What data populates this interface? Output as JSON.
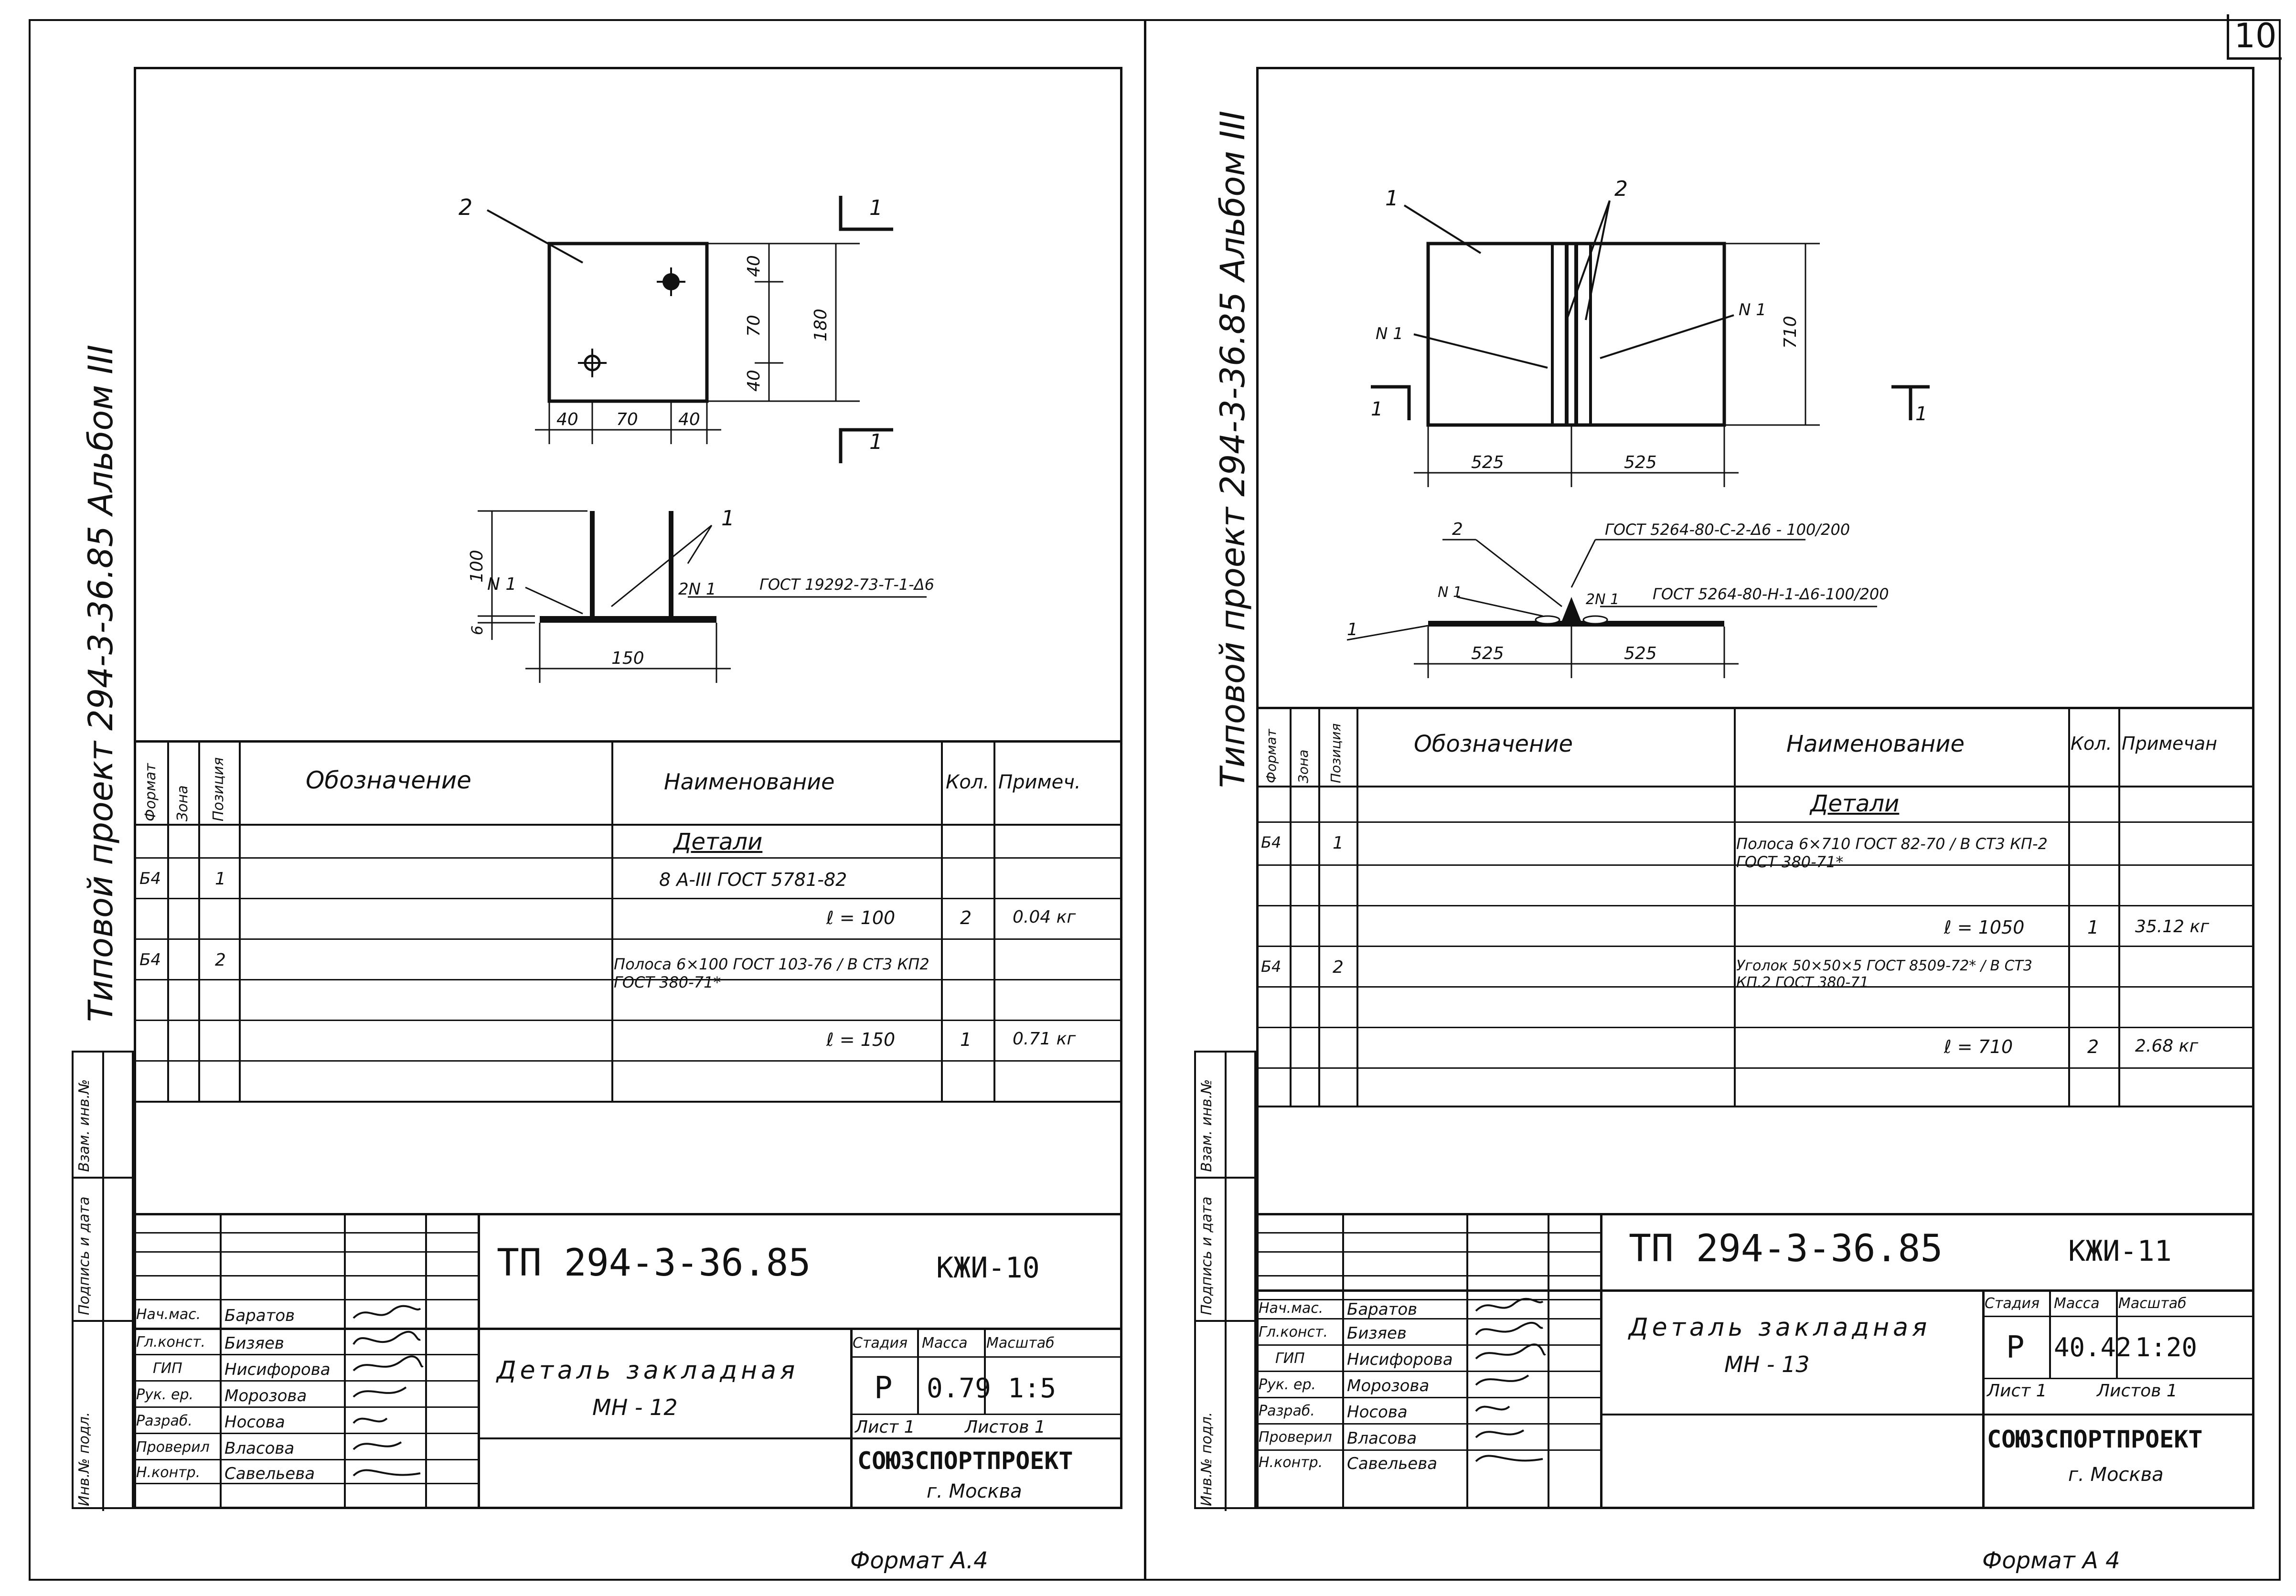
{
  "page_number": "10",
  "sheets": [
    {
      "album_label": "Типовой проект 294-3-36.85 Альбом III",
      "drawing": {
        "leader_2": "2",
        "section_mark_top": "1",
        "section_mark_bottom": "1",
        "dim_40a": "40",
        "dim_70a": "70",
        "dim_40b": "40",
        "dim_180": "180",
        "dim_h40": "40",
        "dim_h70": "70",
        "dim_h40b": "40",
        "leader_1": "1",
        "weld_n1": "N 1",
        "weld_2n1": "2N 1",
        "weld_gost": "ГОСТ 19292-73-Т-1-Δ6",
        "dim_100": "100",
        "dim_6": "6",
        "dim_150": "150"
      },
      "spec_headers": {
        "format": "Формат",
        "zone": "Зона",
        "pos": "Позиция",
        "designation": "Обозначение",
        "name": "Наименование",
        "qty": "Кол.",
        "note": "Примеч."
      },
      "spec_section": "Детали",
      "spec_rows": [
        {
          "format": "",
          "pos": "",
          "name": "Детали",
          "qty": "",
          "note": ""
        },
        {
          "format": "Б4",
          "pos": "1",
          "name": "8 А-III ГОСТ 5781-82",
          "qty": "",
          "note": ""
        },
        {
          "format": "",
          "pos": "",
          "name": "ℓ = 100",
          "qty": "2",
          "note": "0.04 кг"
        },
        {
          "format": "Б4",
          "pos": "2",
          "name": "Полоса 6×100 ГОСТ 103-76 / В СТ3 КП2 ГОСТ 380-71*",
          "qty": "",
          "note": ""
        },
        {
          "format": "",
          "pos": "",
          "name": "",
          "qty": "",
          "note": ""
        },
        {
          "format": "",
          "pos": "",
          "name": "ℓ = 150",
          "qty": "1",
          "note": "0.71 кг"
        },
        {
          "format": "",
          "pos": "",
          "name": "",
          "qty": "",
          "note": ""
        }
      ],
      "side_stamp": [
        "Инв.№ подл.",
        "Подпись и дата",
        "Взам. инв.№"
      ],
      "title_block": {
        "code": "ТП 294-3-36.85",
        "sheet_code": "КЖИ-10",
        "title": "Деталь закладная",
        "mark": "МН - 12",
        "stage_label": "Стадия",
        "mass_label": "Масса",
        "scale_label": "Масштаб",
        "stage": "Р",
        "mass": "0.79",
        "scale": "1:5",
        "sheet_label": "Лист 1",
        "sheets_label": "Листов 1",
        "org": "СОЮЗСПОРТПРОЕКТ",
        "city": "г. Москва",
        "people": [
          {
            "role": "Нач.мас.",
            "name": "Баратов"
          },
          {
            "role": "Гл.конст.",
            "name": "Бизяев"
          },
          {
            "role": "ГИП",
            "name": "Нисифорова"
          },
          {
            "role": "Рук. ер.",
            "name": "Морозова"
          },
          {
            "role": "Разраб.",
            "name": "Носова"
          },
          {
            "role": "Проверил",
            "name": "Власова"
          },
          {
            "role": "Н.контр.",
            "name": "Савельева"
          }
        ]
      },
      "format_label": "Формат А.4"
    },
    {
      "album_label": "Типовой проект 294-3-36.85 Альбом III",
      "drawing": {
        "leader_1": "1",
        "leader_2": "2",
        "weld_n1_left": "N 1",
        "weld_n1_right": "N 1",
        "dim_710": "710",
        "section_left": "1",
        "section_right": "1",
        "dim_525a": "525",
        "dim_525b": "525",
        "sec_leader_2": "2",
        "sec_gost_1": "ГОСТ 5264-80-С-2-Δ6 - 100/200",
        "sec_n1": "N 1",
        "sec_2n1": "2N 1",
        "sec_gost_2": "ГОСТ 5264-80-Н-1-Δ6-100/200",
        "sec_leader_1": "1",
        "dim_525c": "525",
        "dim_525d": "525"
      },
      "spec_headers": {
        "format": "Формат",
        "zone": "Зона",
        "pos": "Позиция",
        "designation": "Обозначение",
        "name": "Наименование",
        "qty": "Кол.",
        "note": "Примечан"
      },
      "spec_section": "Детали",
      "spec_rows": [
        {
          "format": "",
          "pos": "",
          "name": "Детали",
          "qty": "",
          "note": ""
        },
        {
          "format": "Б4",
          "pos": "1",
          "name": "Полоса 6×710 ГОСТ 82-70 / В СТ3 КП-2 ГОСТ 380-71*",
          "qty": "",
          "note": ""
        },
        {
          "format": "",
          "pos": "",
          "name": "",
          "qty": "",
          "note": ""
        },
        {
          "format": "",
          "pos": "",
          "name": "ℓ = 1050",
          "qty": "1",
          "note": "35.12 кг"
        },
        {
          "format": "Б4",
          "pos": "2",
          "name": "Уголок 50×50×5 ГОСТ 8509-72* / В СТ3 КП.2 ГОСТ 380-71",
          "qty": "",
          "note": ""
        },
        {
          "format": "",
          "pos": "",
          "name": "",
          "qty": "",
          "note": ""
        },
        {
          "format": "",
          "pos": "",
          "name": "ℓ = 710",
          "qty": "2",
          "note": "2.68 кг"
        }
      ],
      "side_stamp": [
        "Инв.№ подл.",
        "Подпись и дата",
        "Взам. инв.№"
      ],
      "title_block": {
        "code": "ТП 294-3-36.85",
        "sheet_code": "КЖИ-11",
        "title": "Деталь закладная",
        "mark": "МН - 13",
        "stage_label": "Стадия",
        "mass_label": "Масса",
        "scale_label": "Масштаб",
        "stage": "Р",
        "mass": "40.42",
        "scale": "1:20",
        "sheet_label": "Лист 1",
        "sheets_label": "Листов 1",
        "org": "СОЮЗСПОРТПРОЕКТ",
        "city": "г. Москва",
        "people": [
          {
            "role": "Нач.мас.",
            "name": "Баратов"
          },
          {
            "role": "Гл.конст.",
            "name": "Бизяев"
          },
          {
            "role": "ГИП",
            "name": "Нисифорова"
          },
          {
            "role": "Рук. ер.",
            "name": "Морозова"
          },
          {
            "role": "Разраб.",
            "name": "Носова"
          },
          {
            "role": "Проверил",
            "name": "Власова"
          },
          {
            "role": "Н.контр.",
            "name": "Савельева"
          }
        ]
      },
      "format_label": "Формат А 4"
    }
  ]
}
